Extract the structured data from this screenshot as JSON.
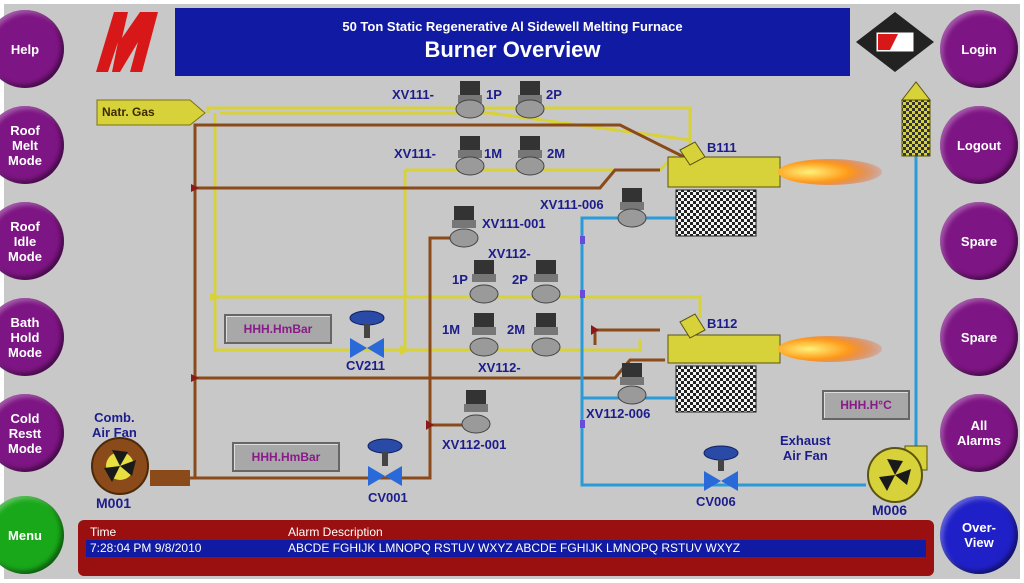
{
  "header": {
    "subtitle": "50 Ton Static Regenerative Al Sidewell Melting Furnace",
    "title": "Burner Overview"
  },
  "left_buttons": [
    {
      "label": "Help"
    },
    {
      "label": "Roof\nMelt\nMode"
    },
    {
      "label": "Roof\nIdle\nMode"
    },
    {
      "label": "Bath\nHold\nMode"
    },
    {
      "label": "Cold\nRestt\nMode"
    },
    {
      "label": "Menu"
    }
  ],
  "right_buttons": [
    {
      "label": "Login"
    },
    {
      "label": "Logout"
    },
    {
      "label": "Spare"
    },
    {
      "label": "Spare"
    },
    {
      "label": "All\nAlarms"
    },
    {
      "label": "Over-\nView"
    }
  ],
  "labels": {
    "gas": "Natr. Gas",
    "xv111_p_prefix": "XV111-",
    "xv111_1p": "1P",
    "xv111_2p": "2P",
    "xv111_m_prefix": "XV111-",
    "xv111_1m": "1M",
    "xv111_2m": "2M",
    "b111": "B111",
    "xv111_006": "XV111-006",
    "xv111_001": "XV111-001",
    "xv112_top": "XV112-",
    "xv112_1p": "1P",
    "xv112_2p": "2P",
    "xv112_1m": "1M",
    "xv112_2m": "2M",
    "xv112_bottom": "XV112-",
    "b112": "B112",
    "cv211": "CV211",
    "xv112_006": "XV112-006",
    "xv112_001": "XV112-001",
    "comb_fan": "Comb.\nAir Fan",
    "m001": "M001",
    "cv001": "CV001",
    "cv006": "CV006",
    "exhaust_fan": "Exhaust\nAir Fan",
    "m006": "M006"
  },
  "readouts": {
    "pressure_1": "HHH.HmBar",
    "pressure_2": "HHH.HmBar",
    "temperature": "HHH.H°C"
  },
  "alarm": {
    "time_header": "Time",
    "desc_header": "Alarm Description",
    "time": "7:28:04 PM 9/8/2010",
    "description": "ABCDE FGHIJK LMNOPQ RSTUV WXYZ ABCDE FGHIJK LMNOPQ RSTUV WXYZ"
  },
  "colors": {
    "button_purple": "#7e1584",
    "button_green": "#19a81a",
    "button_blue": "#2020c8",
    "header_blue": "#111aa2",
    "gas_pipe": "#d8d23a",
    "air_pipe": "#8b4a1a",
    "exhaust_pipe": "#2a9ad8",
    "alarm_bar": "#9a1010"
  }
}
